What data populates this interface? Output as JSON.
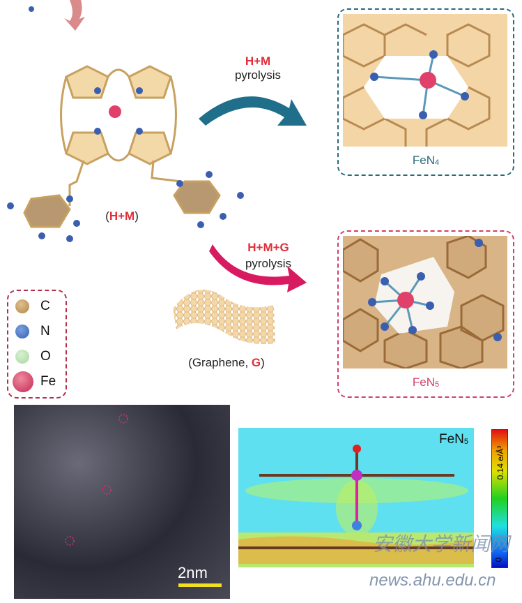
{
  "molecule": {
    "label_open": "(",
    "label_bold": "H+M",
    "label_close": ")"
  },
  "arrow_top": {
    "title": "H+M",
    "subtitle": "pyrolysis",
    "color": "#1f6f8b"
  },
  "arrow_bottom": {
    "title": "H+M+G",
    "subtitle": "pyrolysis",
    "color": "#d81b60"
  },
  "panel_fen4": {
    "label": "FeN",
    "sub": "4",
    "border": "#2a6a7a"
  },
  "panel_fen5": {
    "label": "FeN",
    "sub": "5",
    "border": "#d0406a"
  },
  "legend": {
    "items": [
      {
        "label": "C",
        "color": "#b08848"
      },
      {
        "label": "N",
        "color": "#3a5fb0"
      },
      {
        "label": "O",
        "color": "#a8d8a0"
      },
      {
        "label": "Fe",
        "color": "#e0406a"
      }
    ]
  },
  "graphene": {
    "caption_pre": "(Graphene, ",
    "caption_bold": "G",
    "caption_post": ")"
  },
  "stem": {
    "scale_label": "2nm"
  },
  "charge_plot": {
    "title": "FeN",
    "title_sub": "5",
    "colorbar_max": "0.14 e/Å³",
    "colorbar_min": "0"
  },
  "watermark": {
    "cn": "安徽大学新闻网",
    "url": "news.ahu.edu.cn"
  }
}
